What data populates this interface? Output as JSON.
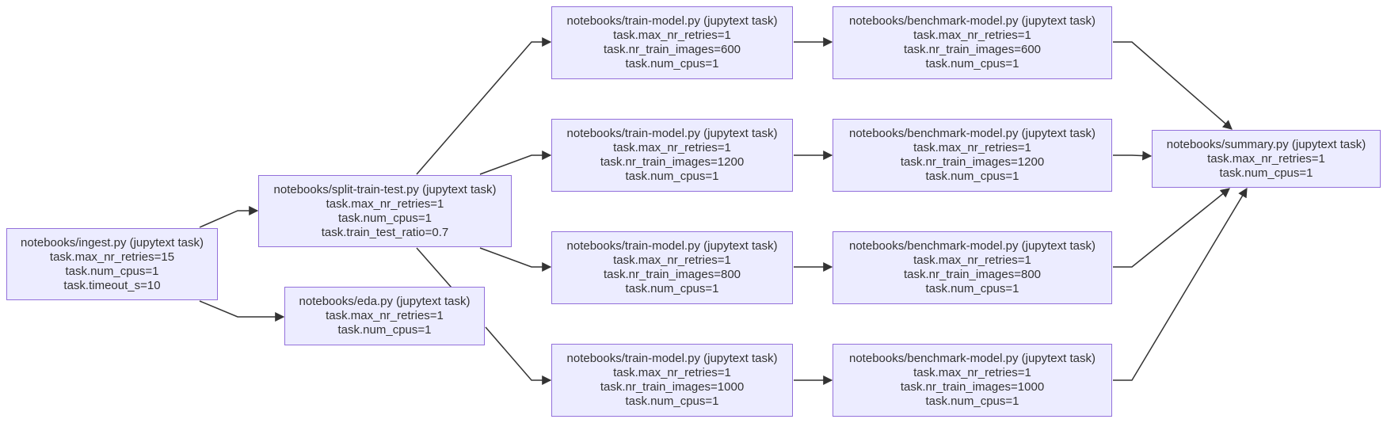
{
  "diagram": {
    "type": "flowchart",
    "direction": "left-to-right",
    "colors": {
      "node_fill": "#ececff",
      "node_border": "#9370db",
      "edge": "#333333",
      "text": "#333333"
    },
    "nodes": [
      {
        "id": "ingest",
        "lines": [
          "notebooks/ingest.py (jupytext task)",
          "task.max_nr_retries=15",
          "task.num_cpus=1",
          "task.timeout_s=10"
        ]
      },
      {
        "id": "split",
        "lines": [
          "notebooks/split-train-test.py (jupytext task)",
          "task.max_nr_retries=1",
          "task.num_cpus=1",
          "task.train_test_ratio=0.7"
        ]
      },
      {
        "id": "eda",
        "lines": [
          "notebooks/eda.py (jupytext task)",
          "task.max_nr_retries=1",
          "task.num_cpus=1"
        ]
      },
      {
        "id": "train600",
        "lines": [
          "notebooks/train-model.py (jupytext task)",
          "task.max_nr_retries=1",
          "task.nr_train_images=600",
          "task.num_cpus=1"
        ]
      },
      {
        "id": "train1200",
        "lines": [
          "notebooks/train-model.py (jupytext task)",
          "task.max_nr_retries=1",
          "task.nr_train_images=1200",
          "task.num_cpus=1"
        ]
      },
      {
        "id": "train800",
        "lines": [
          "notebooks/train-model.py (jupytext task)",
          "task.max_nr_retries=1",
          "task.nr_train_images=800",
          "task.num_cpus=1"
        ]
      },
      {
        "id": "train1000",
        "lines": [
          "notebooks/train-model.py (jupytext task)",
          "task.max_nr_retries=1",
          "task.nr_train_images=1000",
          "task.num_cpus=1"
        ]
      },
      {
        "id": "bench600",
        "lines": [
          "notebooks/benchmark-model.py (jupytext task)",
          "task.max_nr_retries=1",
          "task.nr_train_images=600",
          "task.num_cpus=1"
        ]
      },
      {
        "id": "bench1200",
        "lines": [
          "notebooks/benchmark-model.py (jupytext task)",
          "task.max_nr_retries=1",
          "task.nr_train_images=1200",
          "task.num_cpus=1"
        ]
      },
      {
        "id": "bench800",
        "lines": [
          "notebooks/benchmark-model.py (jupytext task)",
          "task.max_nr_retries=1",
          "task.nr_train_images=800",
          "task.num_cpus=1"
        ]
      },
      {
        "id": "bench1000",
        "lines": [
          "notebooks/benchmark-model.py (jupytext task)",
          "task.max_nr_retries=1",
          "task.nr_train_images=1000",
          "task.num_cpus=1"
        ]
      },
      {
        "id": "summary",
        "lines": [
          "notebooks/summary.py (jupytext task)",
          "task.max_nr_retries=1",
          "task.num_cpus=1"
        ]
      }
    ],
    "edges": [
      {
        "from": "ingest",
        "to": "split"
      },
      {
        "from": "ingest",
        "to": "eda"
      },
      {
        "from": "split",
        "to": "train600"
      },
      {
        "from": "split",
        "to": "train1200"
      },
      {
        "from": "split",
        "to": "train800"
      },
      {
        "from": "eda",
        "to": "train1000"
      },
      {
        "from": "train600",
        "to": "bench600"
      },
      {
        "from": "train1200",
        "to": "bench1200"
      },
      {
        "from": "train800",
        "to": "bench800"
      },
      {
        "from": "train1000",
        "to": "bench1000"
      },
      {
        "from": "bench600",
        "to": "summary"
      },
      {
        "from": "bench1200",
        "to": "summary"
      },
      {
        "from": "bench800",
        "to": "summary"
      },
      {
        "from": "bench1000",
        "to": "summary"
      }
    ]
  }
}
